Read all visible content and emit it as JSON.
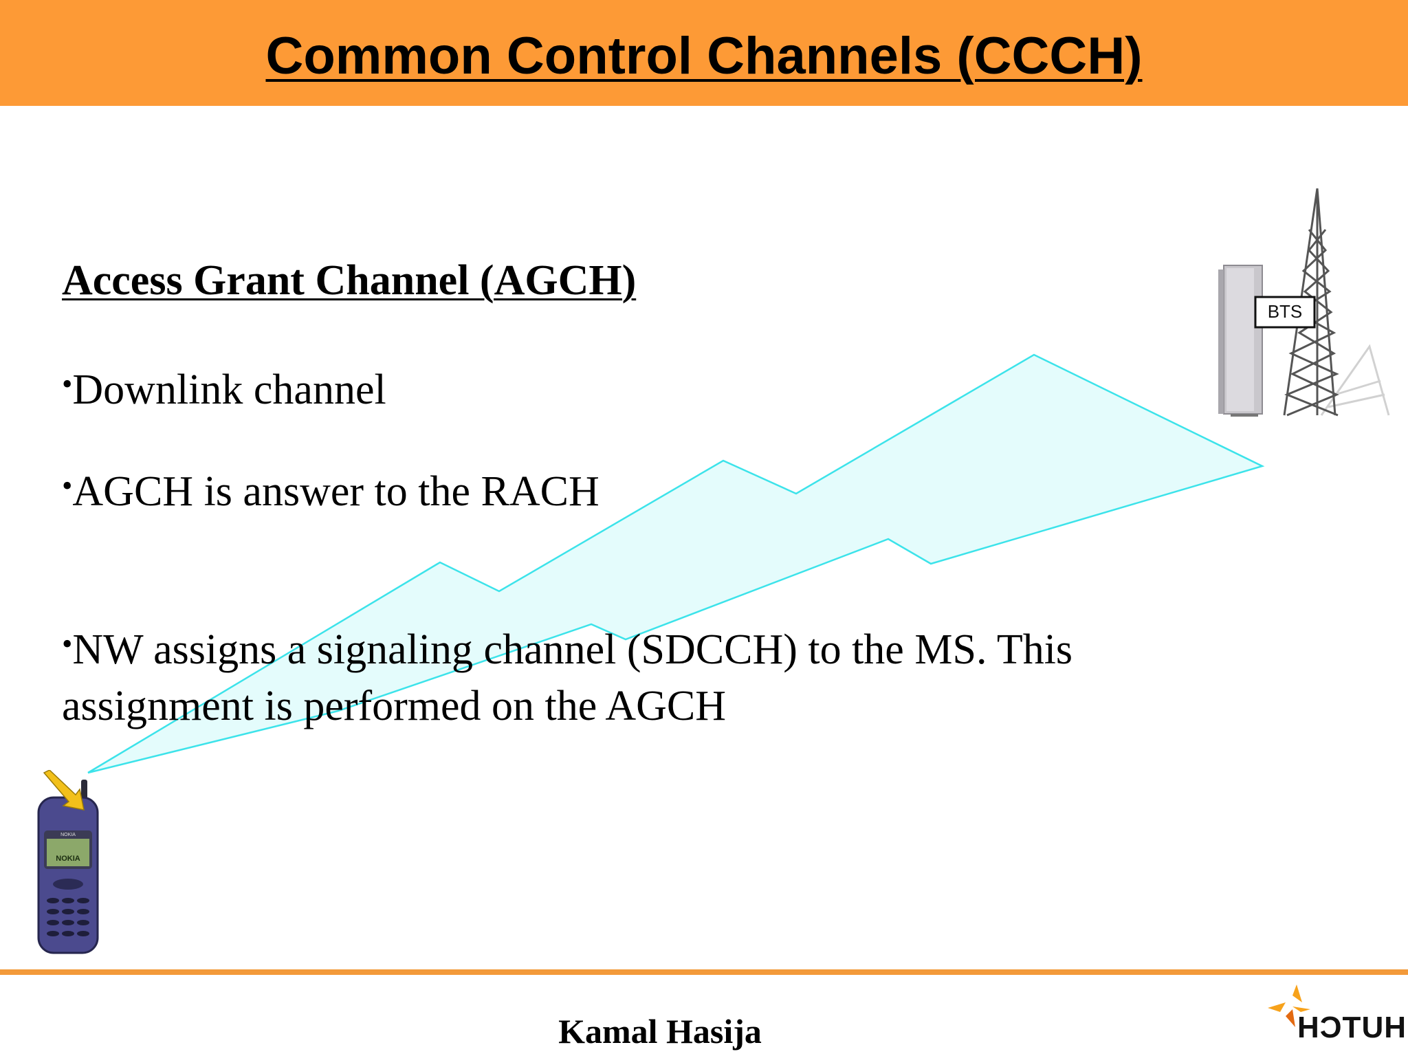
{
  "slide": {
    "title": "Common Control Channels (CCCH)",
    "heading": "Access Grant Channel (AGCH)",
    "bullet_char": "•",
    "bullets": [
      "Downlink channel",
      "AGCH is answer to the RACH",
      "NW assigns a signaling channel (SDCCH) to the MS. This assignment is performed on the AGCH"
    ]
  },
  "illustration": {
    "bts_label": "BTS",
    "phone_brand": "NOKIA",
    "bolt_fill": "#DFFBFC",
    "bolt_stroke": "#3CE3EA"
  },
  "footer": {
    "author": "Kamal Hasija",
    "logo_text": "HUTCH"
  },
  "colors": {
    "header_band": "#FD9A36",
    "footer_rule": "#F39A3A"
  }
}
